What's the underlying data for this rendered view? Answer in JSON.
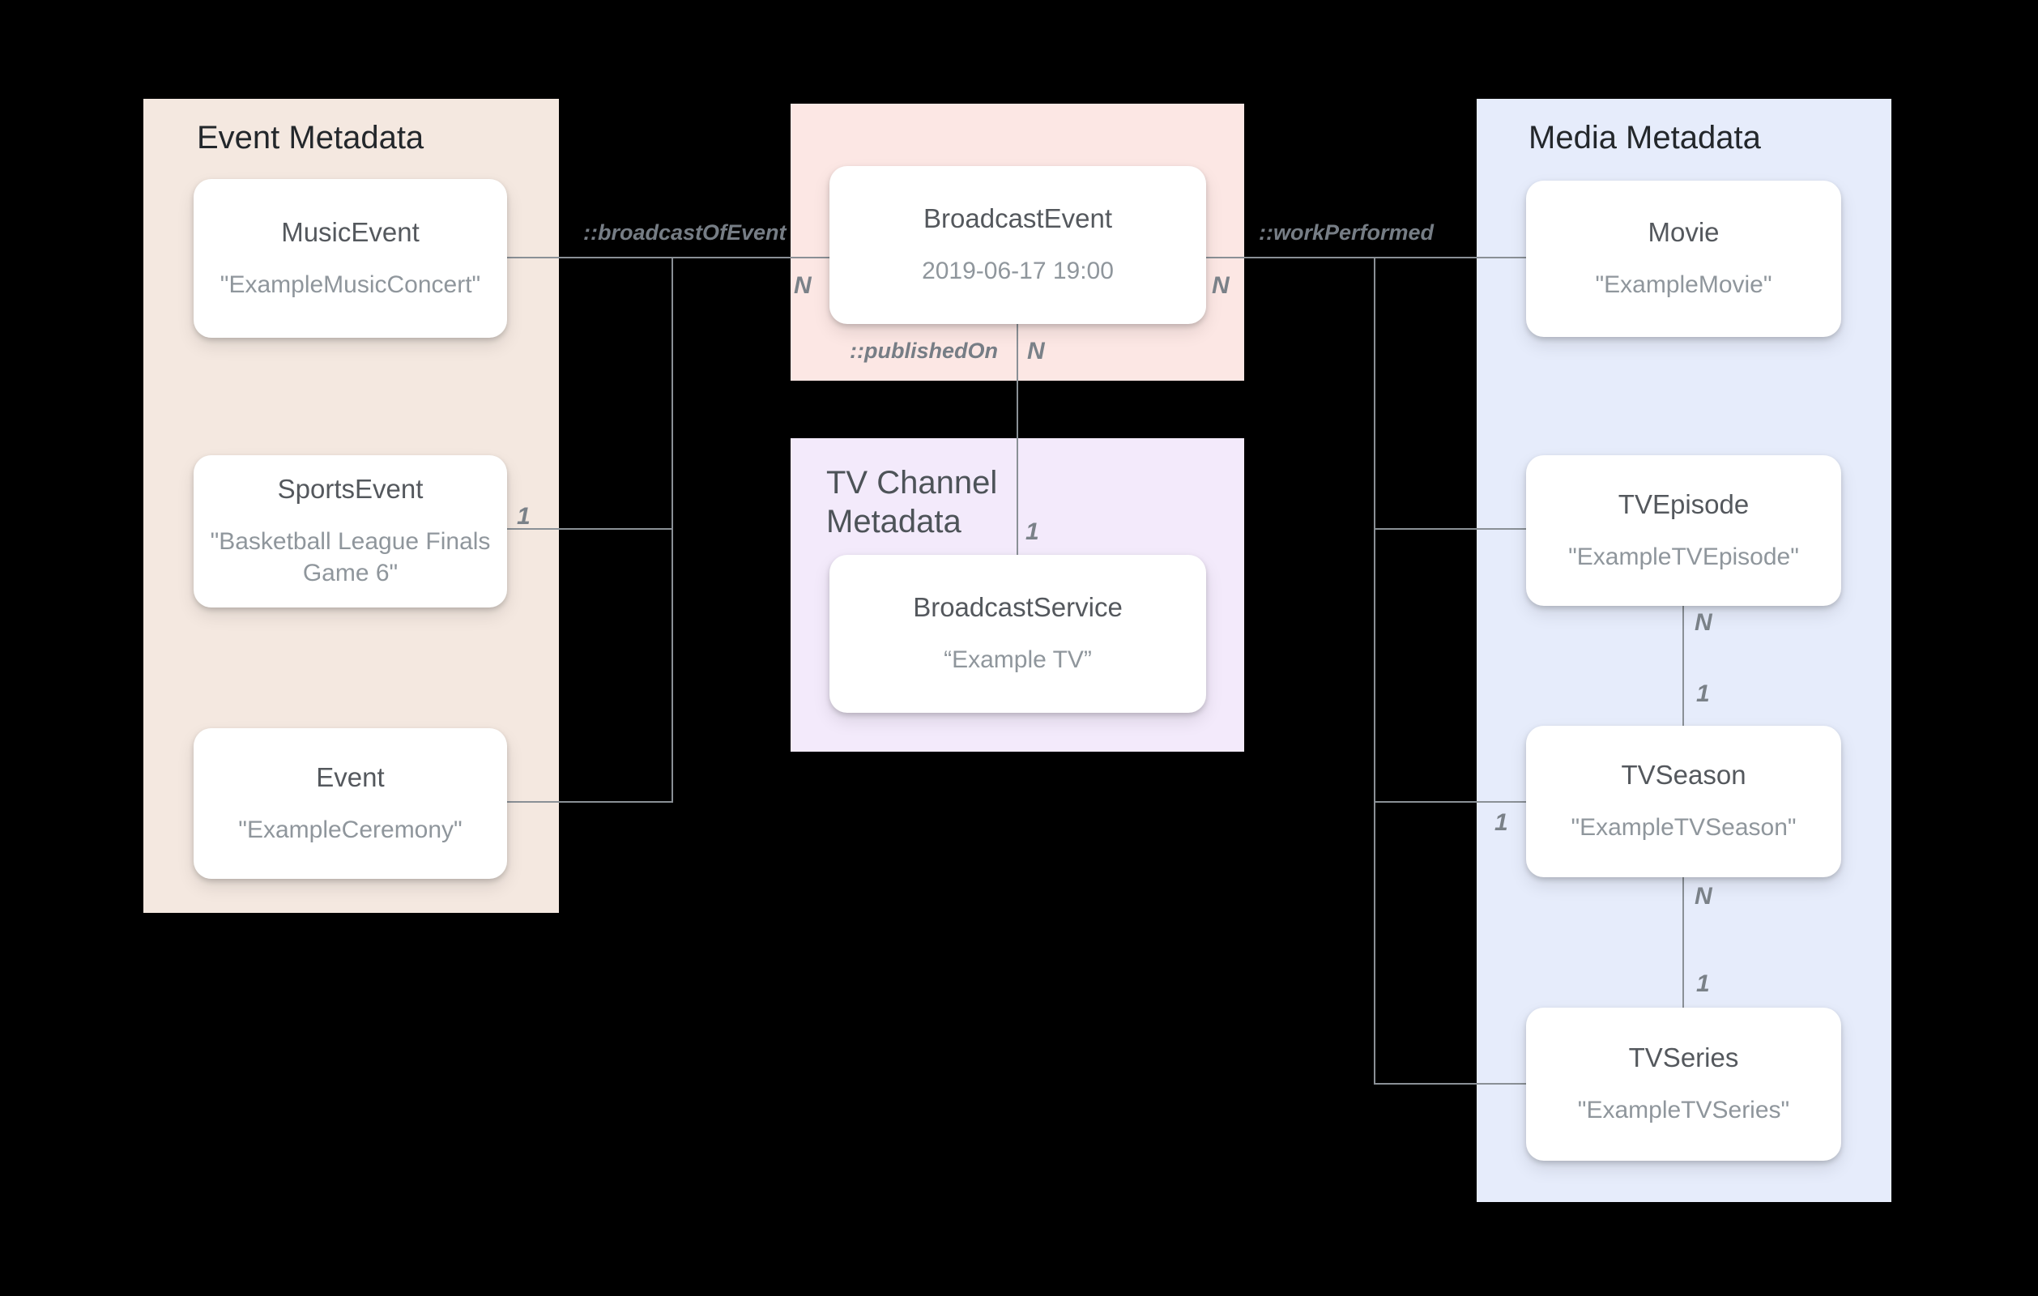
{
  "colors": {
    "background": "#000000",
    "panel_event_bg": "#F4E8E0",
    "panel_broadcast_bg": "#FCE7E4",
    "panel_tv_channel_bg": "#F3EAFB",
    "panel_media_bg": "#E6ECFB",
    "card_bg": "#FFFFFF",
    "connector": "#8A9096",
    "edge_label": "#767D85",
    "card_title": "#54585D",
    "card_subtitle": "#8F969C",
    "panel_title": "#23272B"
  },
  "panels": {
    "event": {
      "title": "Event Metadata"
    },
    "tv_channel": {
      "title": "TV Channel Metadata"
    },
    "media": {
      "title": "Media Metadata"
    }
  },
  "cards": {
    "music_event": {
      "title": "MusicEvent",
      "subtitle": "\"ExampleMusicConcert\""
    },
    "sports_event": {
      "title": "SportsEvent",
      "subtitle": "\"Basketball League Finals\nGame 6\""
    },
    "event": {
      "title": "Event",
      "subtitle": "\"ExampleCeremony\""
    },
    "broadcast_event": {
      "title": "BroadcastEvent",
      "subtitle": "2019-06-17 19:00"
    },
    "broadcast_service": {
      "title": "BroadcastService",
      "subtitle": "“Example TV”"
    },
    "movie": {
      "title": "Movie",
      "subtitle": "\"ExampleMovie\""
    },
    "tv_episode": {
      "title": "TVEpisode",
      "subtitle": "\"ExampleTVEpisode\""
    },
    "tv_season": {
      "title": "TVSeason",
      "subtitle": "\"ExampleTVSeason\""
    },
    "tv_series": {
      "title": "TVSeries",
      "subtitle": "\"ExampleTVSeries\""
    }
  },
  "edges": {
    "broadcast_of_event": {
      "label": "::broadcastOfEvent",
      "n_broadcast": "N",
      "one_sports": "1"
    },
    "published_on": {
      "label": "::publishedOn",
      "n_broadcast": "N",
      "one_service": "1"
    },
    "work_performed": {
      "label": "::workPerformed",
      "n_broadcast": "N",
      "one_season": "1"
    },
    "episode_to_season": {
      "n": "N",
      "one": "1"
    },
    "season_to_series": {
      "n": "N",
      "one": "1"
    }
  }
}
